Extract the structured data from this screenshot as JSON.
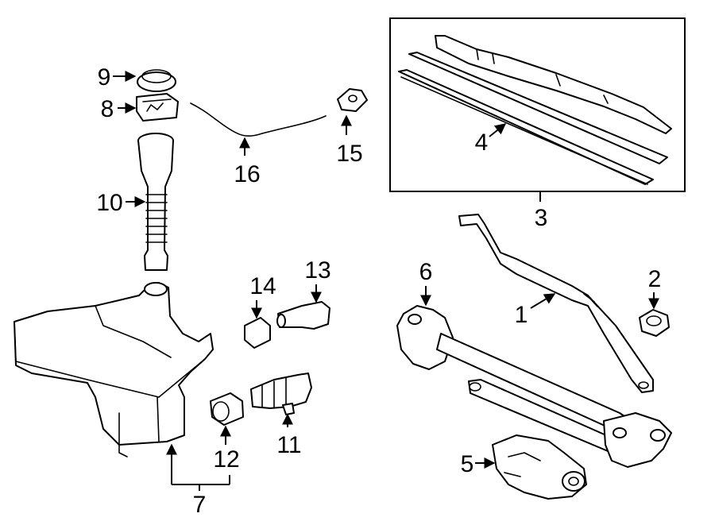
{
  "callouts": {
    "c1": "1",
    "c2": "2",
    "c3": "3",
    "c4": "4",
    "c5": "5",
    "c6": "6",
    "c7": "7",
    "c8": "8",
    "c9": "9",
    "c10": "10",
    "c11": "11",
    "c12": "12",
    "c13": "13",
    "c14": "14",
    "c15": "15",
    "c16": "16"
  },
  "colors": {
    "line": "#000000",
    "background": "#ffffff"
  }
}
